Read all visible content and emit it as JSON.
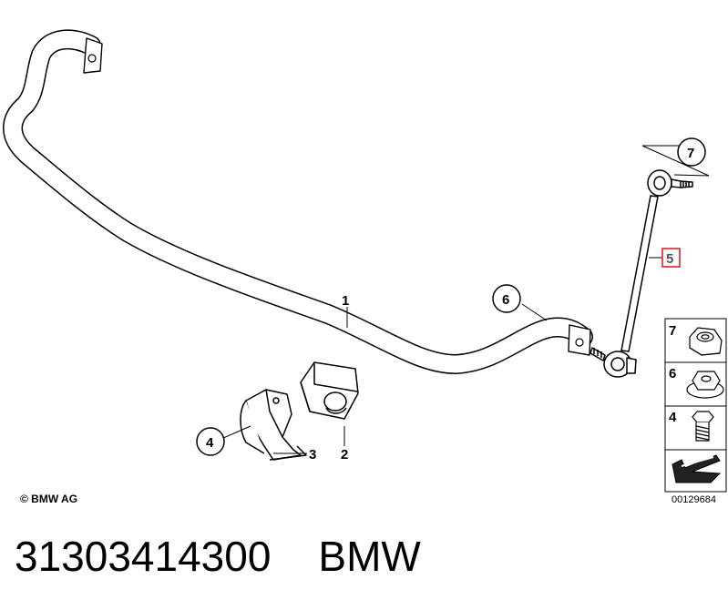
{
  "callouts": {
    "c1": "1",
    "c2": "2",
    "c3": "3",
    "c4": "4",
    "c5": "5",
    "c6": "6",
    "c7": "7"
  },
  "legend": {
    "row_7": "7",
    "row_6": "6",
    "row_4": "4"
  },
  "copyright": "© BMW AG",
  "drawing_number": "00129684",
  "footer": {
    "part_number": "31303414300",
    "brand": "BMW"
  },
  "colors": {
    "line": "#000000",
    "highlight": "#e0202a",
    "highlight_text": "#555555"
  },
  "icons": {
    "stabilizer_bar": "stabilizer-bar-drawing",
    "rubber_mount": "rubber-mount-drawing",
    "bracket": "bracket-drawing",
    "stabilizer_link": "stabilizer-link-drawing",
    "nut": "nut-icon",
    "collar_nut": "collar-nut-icon",
    "bolt": "bolt-icon",
    "direction_arrow": "direction-arrow-icon"
  }
}
